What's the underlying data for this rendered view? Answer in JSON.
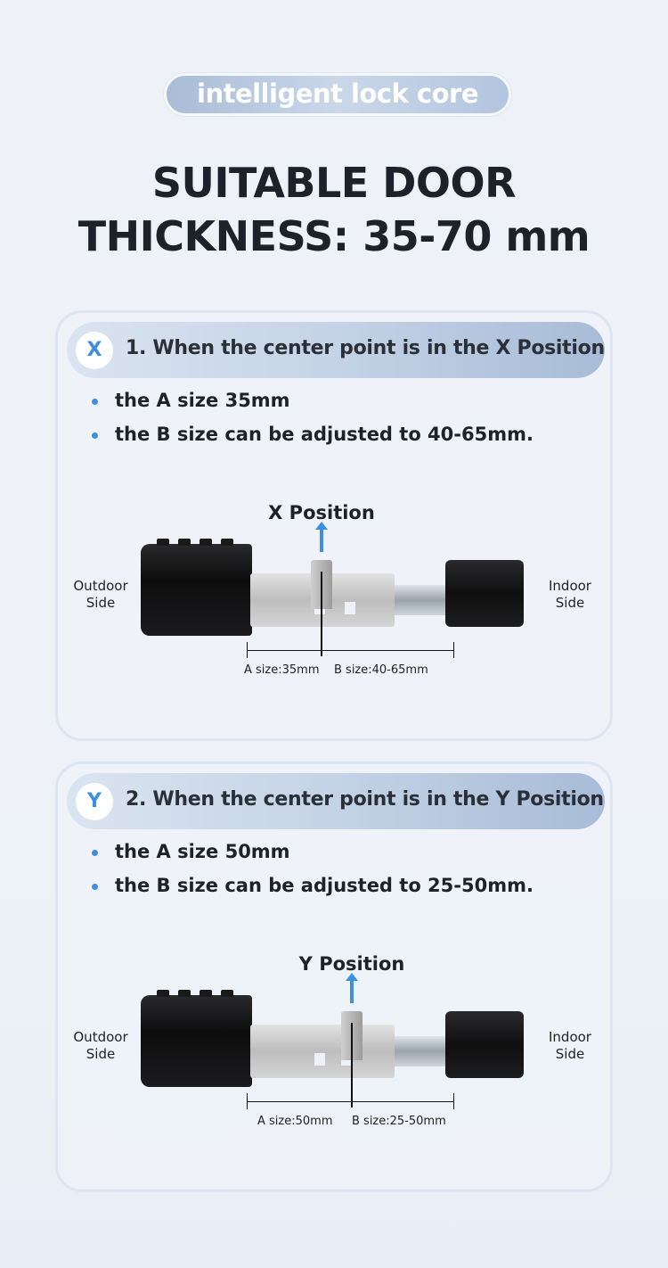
{
  "tag": "intelligent lock core",
  "title_line1": "SUITABLE DOOR",
  "title_line2": "THICKNESS: 35-70 mm",
  "sections": [
    {
      "badge": "X",
      "heading": "1. When the center point is in the X Position",
      "bullets": [
        "the A size 35mm",
        "the B size can be adjusted to 40-65mm."
      ],
      "position_label": "X Position",
      "outdoor": "Outdoor\nSide",
      "indoor": "Indoor\nSide",
      "a_label": "A size:35mm",
      "b_label": "B size:40-65mm"
    },
    {
      "badge": "Y",
      "heading": "2. When the center point is in the Y Position",
      "bullets": [
        "the A size 50mm",
        "the B size can be adjusted to 25-50mm."
      ],
      "position_label": "Y Position",
      "outdoor": "Outdoor\nSide",
      "indoor": "Indoor\nSide",
      "a_label": "A size:50mm",
      "b_label": "B size:25-50mm"
    }
  ],
  "colors": {
    "accent": "#3d8fe0",
    "text": "#1d2129"
  }
}
